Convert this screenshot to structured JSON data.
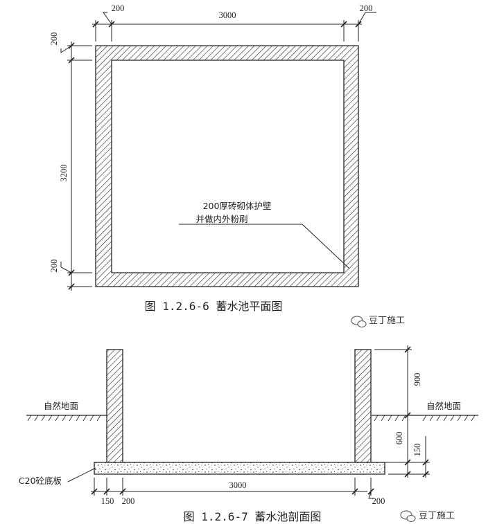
{
  "plan": {
    "dims": {
      "left_wall": "200",
      "width": "3000",
      "right_wall": "200",
      "top_wall": "200",
      "height": "3200",
      "bottom_wall": "200"
    },
    "note": [
      "200厚砖砌体护壁",
      "并做内外粉刷"
    ],
    "caption": "图 1.2.6-6 蓄水池平面图"
  },
  "section": {
    "dims": {
      "above_ground": "900",
      "below_ground": "600",
      "slab": "150",
      "width": "3000",
      "left_slab": "150",
      "left_wall": "200",
      "right_wall": "200"
    },
    "ground_label": "自然地面",
    "slab_label": "C20砼底板",
    "caption": "图 1.2.6-7 蓄水池剖面图"
  },
  "watermark": "豆丁施工"
}
